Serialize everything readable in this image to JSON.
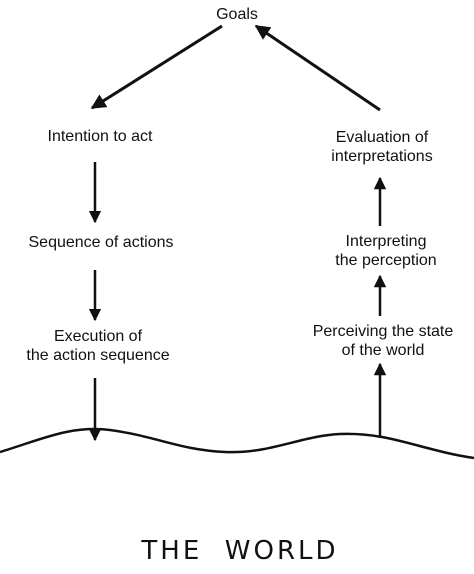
{
  "goals": "Goals",
  "execution": {
    "intention": "Intention to act",
    "sequence": "Sequence of actions",
    "execution_line1": "Execution of",
    "execution_line2": "the action sequence"
  },
  "evaluation": {
    "evaluation_line1": "Evaluation of",
    "evaluation_line2": "interpretations",
    "interpreting_line1": "Interpreting",
    "interpreting_line2": "the perception",
    "perceiving_line1": "Perceiving the state",
    "perceiving_line2": "of the world"
  },
  "world": "THE  WORLD",
  "colors": {
    "ink": "#111111",
    "background": "#ffffff"
  }
}
